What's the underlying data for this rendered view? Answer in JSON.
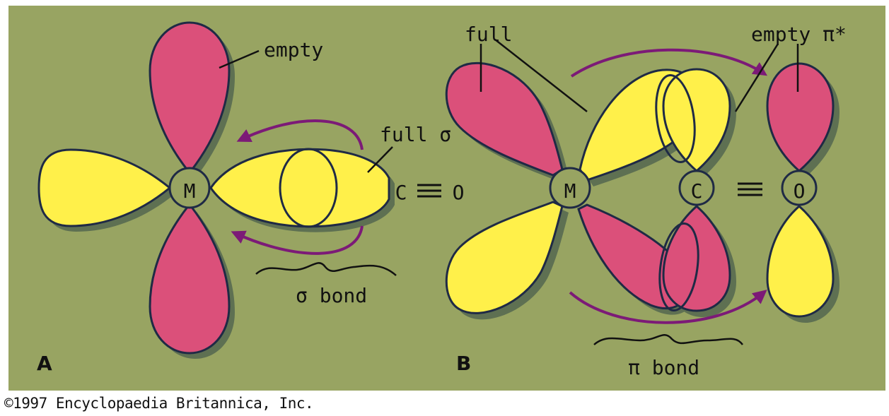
{
  "colors": {
    "background": "#98a462",
    "shadow": "#5e7052",
    "full_lobe": "#fff04a",
    "empty_lobe": "#db507a",
    "outline": "#1f2a45",
    "arrow": "#7c1a77"
  },
  "panel_a": {
    "letter": "A",
    "metal": "M",
    "carbon": "C",
    "triple_bond": "≡",
    "oxygen": "O",
    "label_empty": "empty",
    "label_full_sigma": "full σ",
    "label_sigma_bond": "σ bond"
  },
  "panel_b": {
    "letter": "B",
    "metal": "M",
    "carbon": "C",
    "triple_bond": "≡",
    "oxygen": "O",
    "label_full": "full",
    "label_empty_pi_star": "empty π*",
    "label_pi_bond": "π bond"
  },
  "copyright": "©1997 Encyclopaedia Britannica, Inc."
}
